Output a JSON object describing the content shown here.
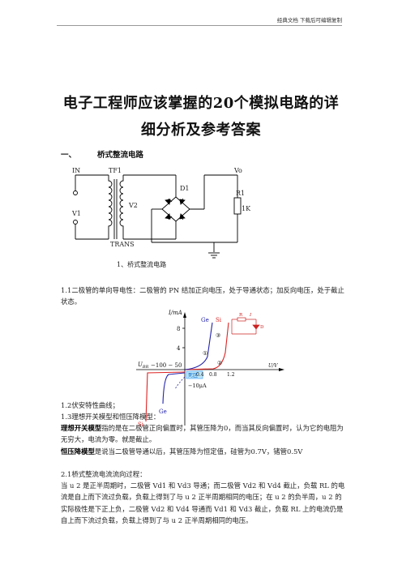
{
  "header": {
    "note": "经典文档 下载后可编辑复制"
  },
  "title": {
    "line1": "电子工程师应该掌握的20个模拟电路的详",
    "line2": "细分析及参考答案"
  },
  "section1": {
    "number": "一、",
    "title": "桥式整流电路"
  },
  "circuit": {
    "in_label": "IN",
    "tf_label": "TF1",
    "vo_label": "Vo",
    "d_label": "D1",
    "v2_label": "V2",
    "r1_label": "R1",
    "r1_value": "1K",
    "v1_label": "V1",
    "trans_label": "TRANS",
    "caption": "1、桥式整流电路"
  },
  "para_1_1": "1.1二极管的单向导电性：二极管的 PN 结加正向电压，处于导通状态；加反向电压，处于截止状态。",
  "graph": {
    "y_label": "I/mA",
    "y_8": "8",
    "y_4": "4",
    "ge_top": "Ge",
    "si_top": "Si",
    "mark1": "①",
    "mark2": "②",
    "mark3": "③",
    "ubr": "U",
    "ubr_sub": "BR",
    "x_neg": "−100 − 50",
    "x_04": "0.4",
    "x_08": "0.8",
    "x_12": "1.2",
    "x_unit": "U/V",
    "zone": "死区",
    "i_s": "−10μA",
    "ge_bottom": "Ge",
    "si_bottom": "Si",
    "r_label": "R",
    "i_label": "I",
    "d_label": "D"
  },
  "para_1_2": "1.2伏安特性曲线；",
  "para_1_3": "1.3理想开关模型和恒压降模型：",
  "ideal_term": "理想开关模型",
  "ideal_text": "指的是在二极管正向偏置时，其管压降为0，而当其反向偏置时，认为它的电阻为无穷大，电流为零。就是截止。",
  "cv_term": "恒压降模型",
  "cv_text": "是说当二极管导通以后，其管压降为恒定值，硅管为0.7V，锗管0.5V",
  "para_2_1_title": "2.1桥式整流电流流向过程：",
  "para_2_1_body": "当 u 2 是正半周期时，二极管 Vd1 和 Vd3 导通；而二极管 Vd2 和 Vd4 截止，负载 RL 的电流是自上而下流过负载，负载上得到了与 u 2 正半周期相同的电压；在 u 2 的负半周，u 2 的实际极性是下正上负，二极管 Vd2 和 Vd4 导通而 Vd1 和 Vd3 截止，负载 RL 上的电流仍是自上而下流过负载，负载上得到了与 u 2 正半周期相同的电压。"
}
